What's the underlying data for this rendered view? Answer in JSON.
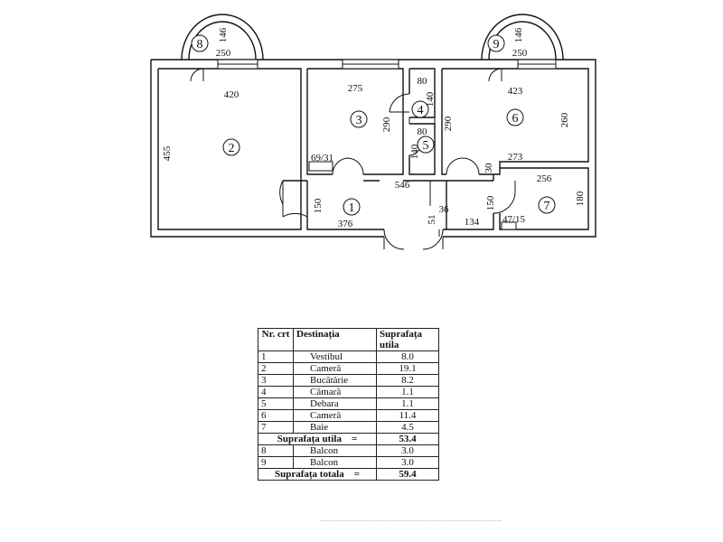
{
  "plan": {
    "rooms": [
      {
        "id": "room-1",
        "number": "1"
      },
      {
        "id": "room-2",
        "number": "2"
      },
      {
        "id": "room-3",
        "number": "3"
      },
      {
        "id": "room-4",
        "number": "4"
      },
      {
        "id": "room-5",
        "number": "5"
      },
      {
        "id": "room-6",
        "number": "6"
      },
      {
        "id": "room-7",
        "number": "7"
      },
      {
        "id": "room-8",
        "number": "8"
      },
      {
        "id": "room-9",
        "number": "9"
      }
    ],
    "dimensions": {
      "balcony8_depth": "146",
      "balcony8_width": "250",
      "balcony9_depth": "146",
      "balcony9_width": "250",
      "room2_width": "420",
      "room2_height": "455",
      "room3_width": "275",
      "room3_height": "290",
      "room3_window": "69/31",
      "room4_width": "80",
      "room4_height": "140",
      "room5_width": "80",
      "room5_height": "140",
      "room6_width": "423",
      "room6_height_left": "290",
      "room6_height_right": "260",
      "room6_bottom": "273",
      "room6_step": "30",
      "hall_width": "546",
      "room1_height": "150",
      "room1_width": "376",
      "dim_36": "36",
      "dim_51": "51",
      "dim_134": "134",
      "room7_height_left": "150",
      "room7_width": "256",
      "room7_height": "180",
      "room7_window": "47/15"
    }
  },
  "table": {
    "header": {
      "nr": "Nr. crt",
      "destinatia": "Destinația",
      "suprafata": "Suprafața utila"
    },
    "rows": [
      {
        "nr": "1",
        "destinatia": "Vestibul",
        "suprafata": "8.0"
      },
      {
        "nr": "2",
        "destinatia": "Cameră",
        "suprafata": "19.1"
      },
      {
        "nr": "3",
        "destinatia": "Bucătărie",
        "suprafata": "8.2"
      },
      {
        "nr": "4",
        "destinatia": "Cămară",
        "suprafata": "1.1"
      },
      {
        "nr": "5",
        "destinatia": "Debara",
        "suprafata": "1.1"
      },
      {
        "nr": "6",
        "destinatia": "Cameră",
        "suprafata": "11.4"
      },
      {
        "nr": "7",
        "destinatia": "Baie",
        "suprafata": "4.5"
      }
    ],
    "subtotal": {
      "label": "Suprafața utila",
      "eq": "=",
      "value": "53.4"
    },
    "balconies": [
      {
        "nr": "8",
        "destinatia": "Balcon",
        "suprafata": "3.0"
      },
      {
        "nr": "9",
        "destinatia": "Balcon",
        "suprafata": "3.0"
      }
    ],
    "total": {
      "label": "Suprafața totala",
      "eq": "=",
      "value": "59.4"
    }
  }
}
